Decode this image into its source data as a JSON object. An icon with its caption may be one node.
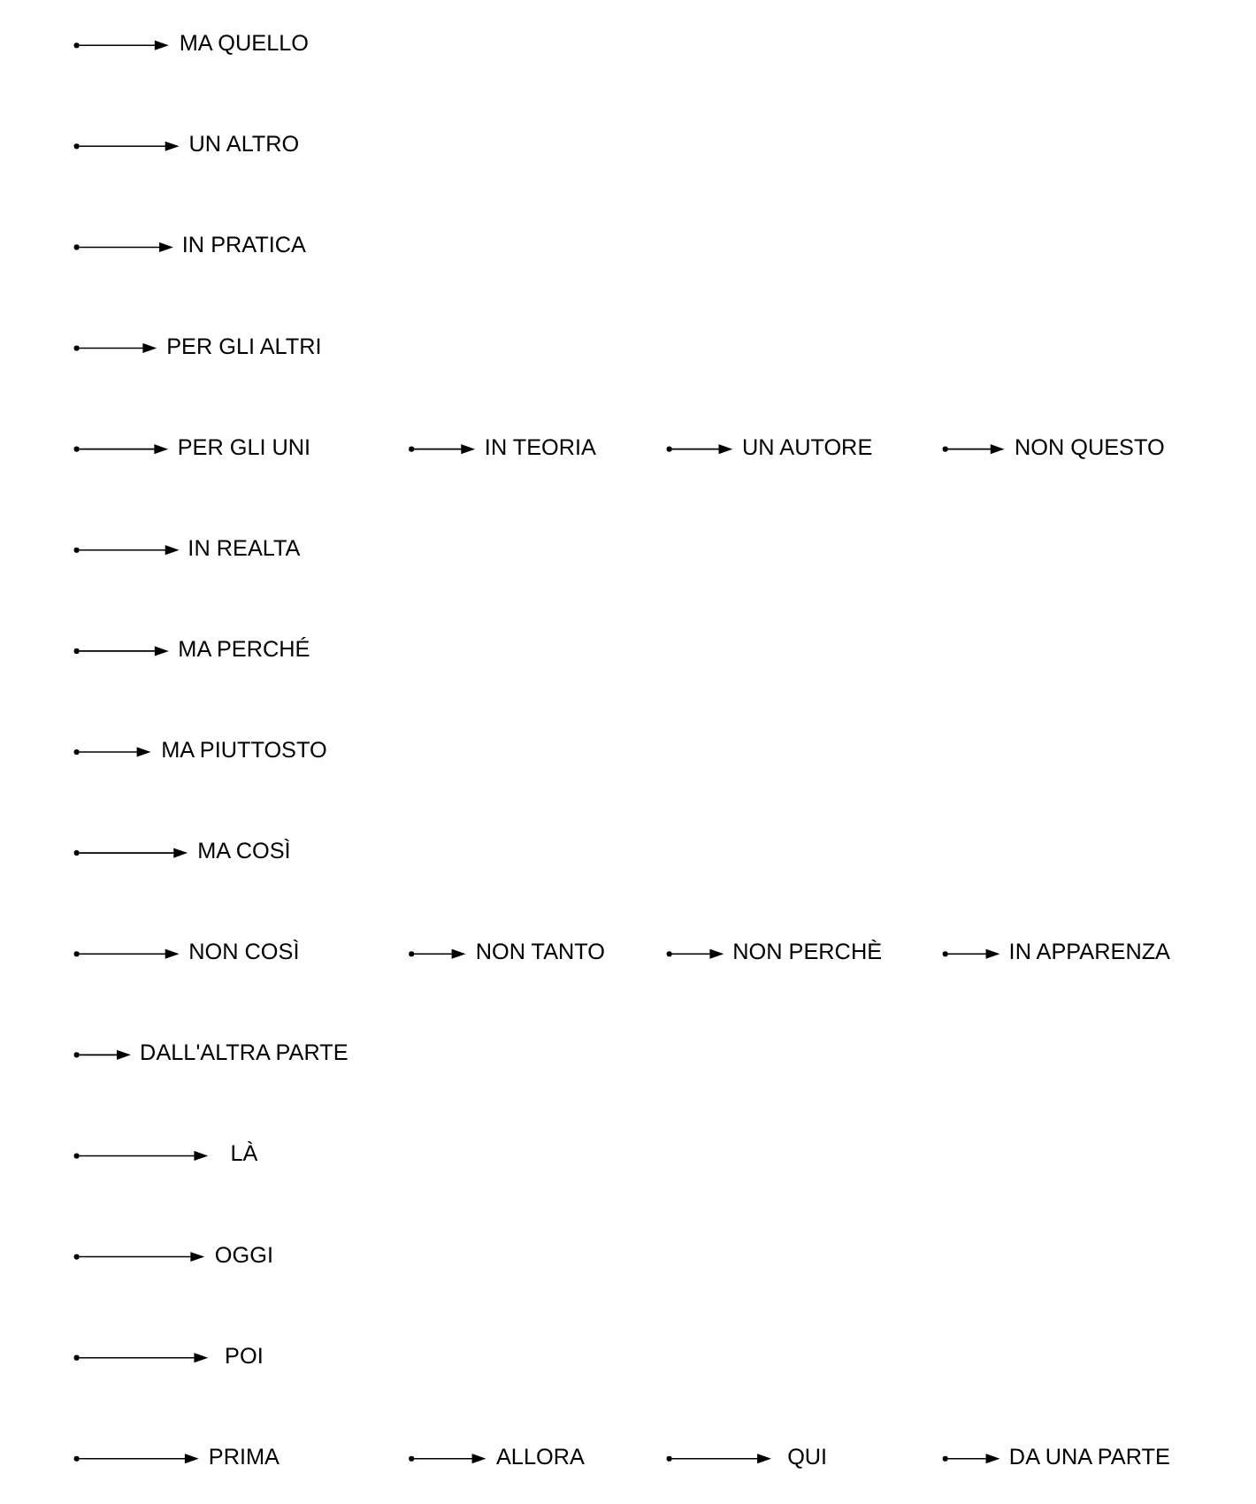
{
  "diagram": {
    "nodes": [
      {
        "text": [
          "PRIMA"
        ]
      },
      {
        "text": [
          "POI"
        ]
      },
      {
        "text": [
          "ALLORA"
        ]
      },
      {
        "text": [
          "OGGI"
        ]
      },
      {
        "text": [
          "QUI"
        ]
      },
      {
        "text": [
          "LÀ"
        ]
      },
      {
        "text": [
          "DA UNA PARTE"
        ]
      },
      {
        "text": [
          "DALL'ALTRA PARTE"
        ]
      },
      {
        "text": [
          "NON COSÌ"
        ]
      },
      {
        "text": [
          "MA COSÌ"
        ]
      },
      {
        "text": [
          "NON TANTO"
        ]
      },
      {
        "text": [
          "MA PIUTTOSTO"
        ]
      },
      {
        "text": [
          "NON PERCHÈ"
        ]
      },
      {
        "text": [
          "MA PERCHÉ"
        ]
      },
      {
        "text": [
          "IN APPARENZA"
        ]
      },
      {
        "text": [
          "IN REALTA"
        ]
      },
      {
        "text": [
          "PER GLI UNI"
        ]
      },
      {
        "text": [
          "PER GLI ALTRI"
        ]
      },
      {
        "text": [
          "IN TEORIA"
        ]
      },
      {
        "text": [
          "IN PRATICA"
        ]
      },
      {
        "text": [
          "UN AUTORE"
        ]
      },
      {
        "text": [
          "UN ALTRO"
        ]
      },
      {
        "text": [
          "NON QUESTO"
        ]
      },
      {
        "text": [
          "MA QUELLO"
        ]
      }
    ],
    "edges": [
      {
        "from": null,
        "to": 0,
        "arrow": "to"
      },
      {
        "from": null,
        "to": 1,
        "arrow": "to"
      },
      {
        "from": null,
        "to": 2,
        "arrow": "to"
      },
      {
        "from": null,
        "to": 3,
        "arrow": "to"
      },
      {
        "from": null,
        "to": 4,
        "arrow": "to"
      },
      {
        "from": null,
        "to": 5,
        "arrow": "to"
      },
      {
        "from": null,
        "to": 6,
        "arrow": "to"
      },
      {
        "from": null,
        "to": 7,
        "arrow": "to"
      },
      {
        "from": null,
        "to": 8,
        "arrow": "to"
      },
      {
        "from": null,
        "to": 9,
        "arrow": "to"
      },
      {
        "from": null,
        "to": 10,
        "arrow": "to"
      },
      {
        "from": null,
        "to": 11,
        "arrow": "to"
      },
      {
        "from": null,
        "to": 12,
        "arrow": "to"
      },
      {
        "from": null,
        "to": 13,
        "arrow": "to"
      },
      {
        "from": null,
        "to": 14,
        "arrow": "to"
      },
      {
        "from": null,
        "to": 15,
        "arrow": "to"
      },
      {
        "from": null,
        "to": 16,
        "arrow": "to"
      },
      {
        "from": null,
        "to": 17,
        "arrow": "to"
      },
      {
        "from": null,
        "to": 18,
        "arrow": "to"
      },
      {
        "from": null,
        "to": 19,
        "arrow": "to"
      },
      {
        "from": null,
        "to": 20,
        "arrow": "to"
      },
      {
        "from": null,
        "to": 21,
        "arrow": "to"
      },
      {
        "from": null,
        "to": 22,
        "arrow": "to"
      },
      {
        "from": null,
        "to": 23,
        "arrow": "to"
      }
    ]
  }
}
